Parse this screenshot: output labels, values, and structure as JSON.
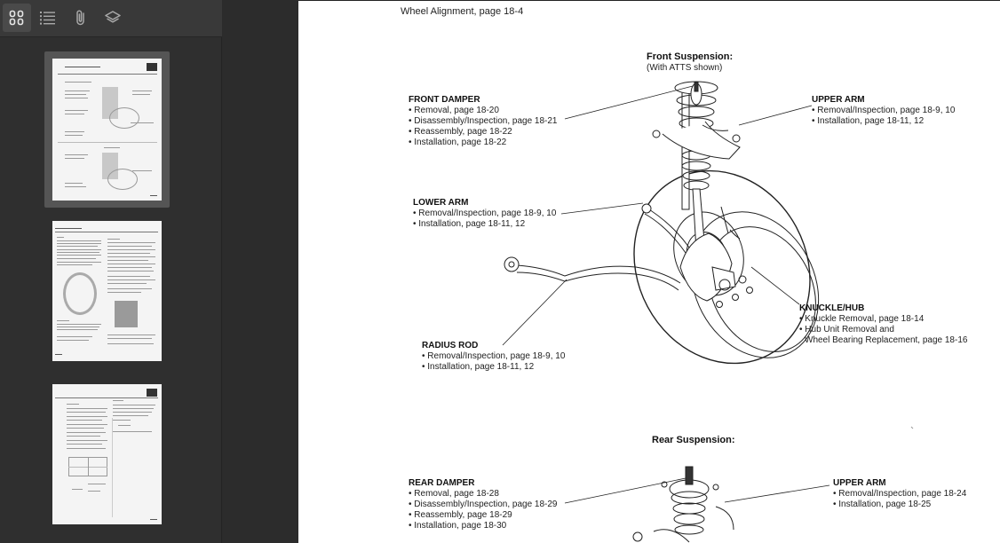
{
  "sidebar": {
    "tools": [
      {
        "name": "thumbnails",
        "icon": "grid-icon",
        "active": true
      },
      {
        "name": "outline",
        "icon": "list-icon",
        "active": false
      },
      {
        "name": "attachments",
        "icon": "paperclip-icon",
        "active": false
      },
      {
        "name": "layers",
        "icon": "layers-icon",
        "active": false
      }
    ],
    "selected_thumbnail": 1
  },
  "page": {
    "top_ref": "Wheel Alignment, page 18-4",
    "front": {
      "title": "Front Suspension:",
      "subtitle": "(With ATTS shown)"
    },
    "front_damper": {
      "title": "FRONT DAMPER",
      "items": [
        "• Removal, page 18-20",
        "• Disassembly/Inspection, page 18-21",
        "• Reassembly, page 18-22",
        "• Installation, page 18-22"
      ]
    },
    "upper_arm_front": {
      "title": "UPPER ARM",
      "items": [
        "• Removal/Inspection, page 18-9, 10",
        "• Installation, page 18-11, 12"
      ]
    },
    "lower_arm": {
      "title": "LOWER ARM",
      "items": [
        "• Removal/Inspection, page 18-9, 10",
        "• Installation, page 18-11, 12"
      ]
    },
    "knuckle_hub": {
      "title": "KNUCKLE/HUB",
      "items": [
        "• Knuckle Removal, page 18-14",
        "• Hub Unit Removal and",
        "Wheel Bearing Replacement, page 18-16"
      ]
    },
    "radius_rod": {
      "title": "RADIUS ROD",
      "items": [
        "• Removal/Inspection, page 18-9, 10",
        "• Installation, page 18-11, 12"
      ]
    },
    "rear": {
      "title": "Rear Suspension:"
    },
    "rear_damper": {
      "title": "REAR DAMPER",
      "items": [
        "• Removal, page 18-28",
        "• Disassembly/Inspection, page 18-29",
        "• Reassembly, page 18-29",
        "• Installation, page 18-30"
      ]
    },
    "upper_arm_rear": {
      "title": "UPPER ARM",
      "items": [
        "• Removal/Inspection, page 18-24",
        "• Installation, page 18-25"
      ]
    }
  }
}
